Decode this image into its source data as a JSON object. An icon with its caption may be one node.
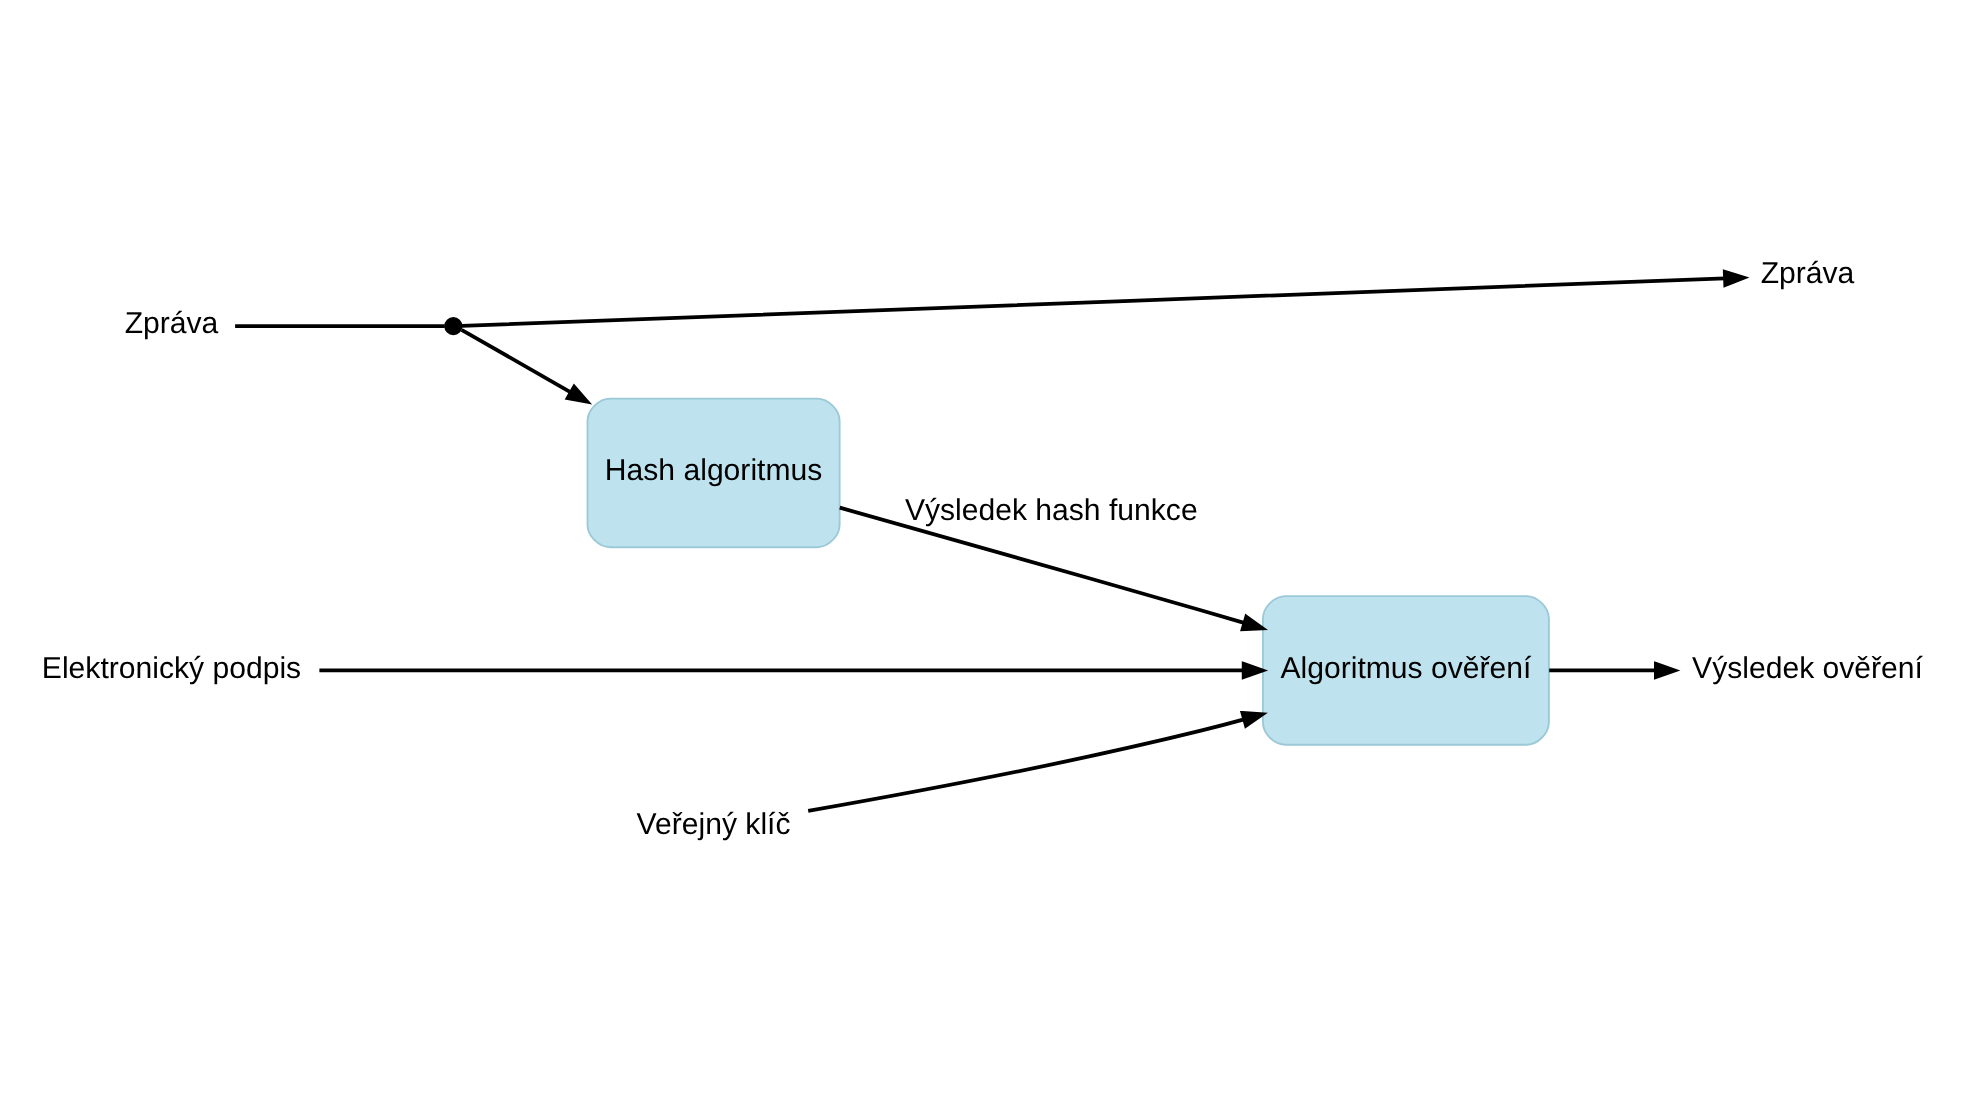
{
  "diagram": {
    "nodes": [
      {
        "text": [
          "Zpráva"
        ]
      },
      {
        "text": [],
        "shape": "circle"
      },
      {
        "text": [
          "Zpráva"
        ]
      },
      {
        "text": [
          "Hash algoritmus"
        ]
      },
      {
        "text": [
          "Algoritmus ověření"
        ]
      },
      {
        "text": [
          "Výsledek ověření"
        ]
      },
      {
        "text": [
          "Elektronický podpis"
        ]
      },
      {
        "text": [
          "Veřejný klíč"
        ]
      }
    ],
    "edges": [
      {
        "from": 0,
        "to": 1,
        "arrow": "none"
      },
      {
        "from": 1,
        "to": 2,
        "arrow": "to"
      },
      {
        "from": 1,
        "to": 3,
        "arrow": "to"
      },
      {
        "from": 3,
        "to": 4,
        "arrow": "to",
        "label": "Výsledek hash funkce"
      },
      {
        "from": 4,
        "to": 5,
        "arrow": "to"
      },
      {
        "from": 6,
        "to": 4,
        "arrow": "to"
      },
      {
        "from": 7,
        "to": 4,
        "arrow": "to"
      }
    ]
  }
}
